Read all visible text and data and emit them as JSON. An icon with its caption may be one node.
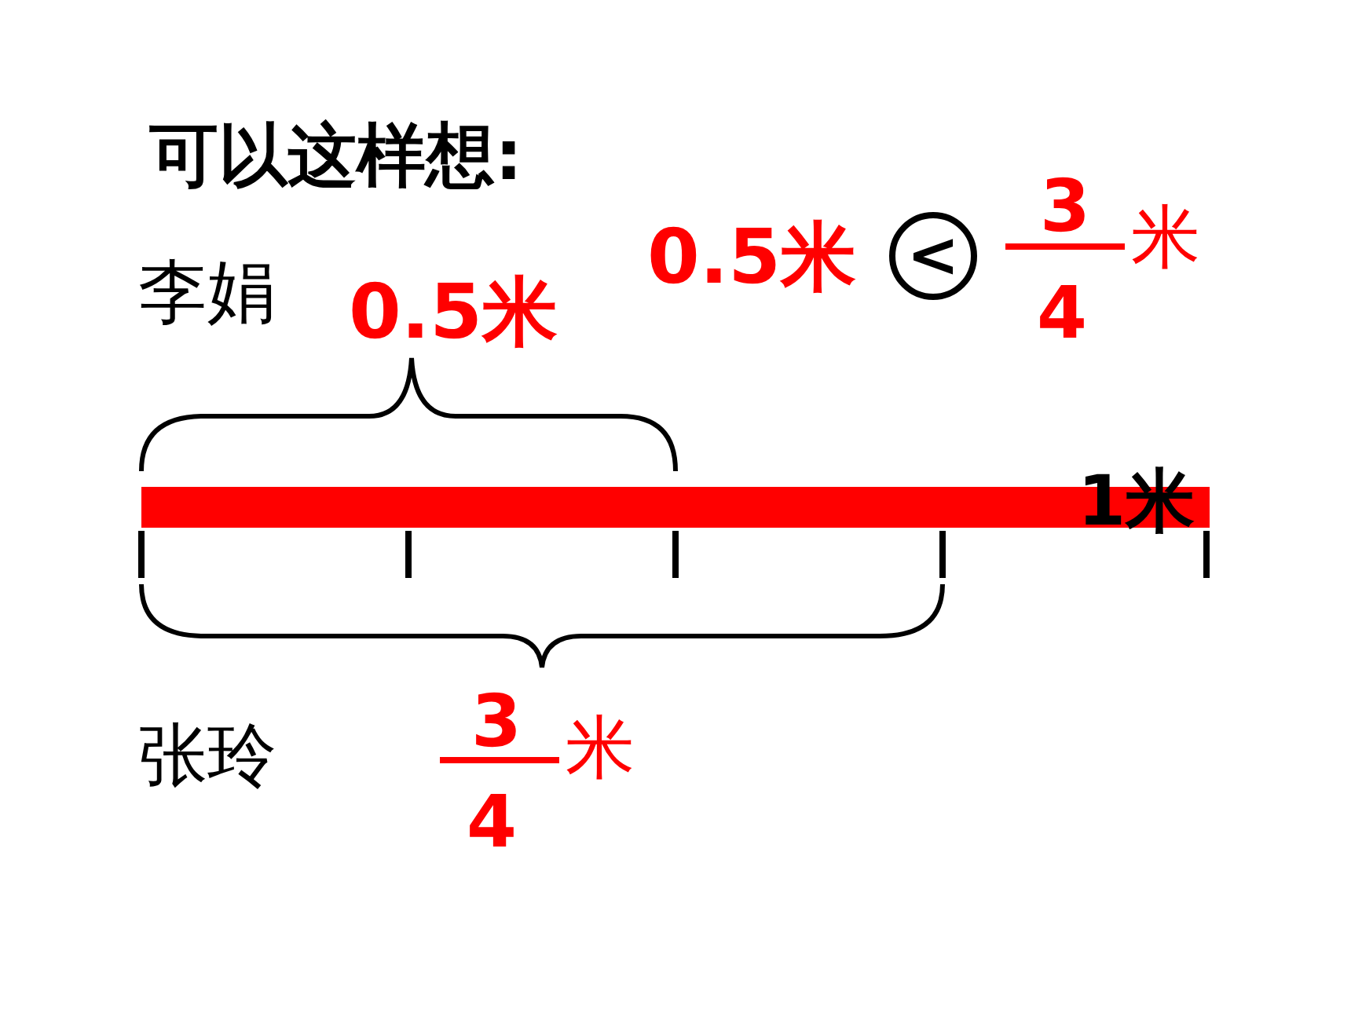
{
  "diagram": {
    "title": "可以这样想:",
    "labels": [
      "0.5米",
      "<",
      "3",
      "4",
      "米",
      "李娟",
      "0.5米",
      "1米",
      "张玲",
      "3",
      "4",
      "米"
    ]
  }
}
